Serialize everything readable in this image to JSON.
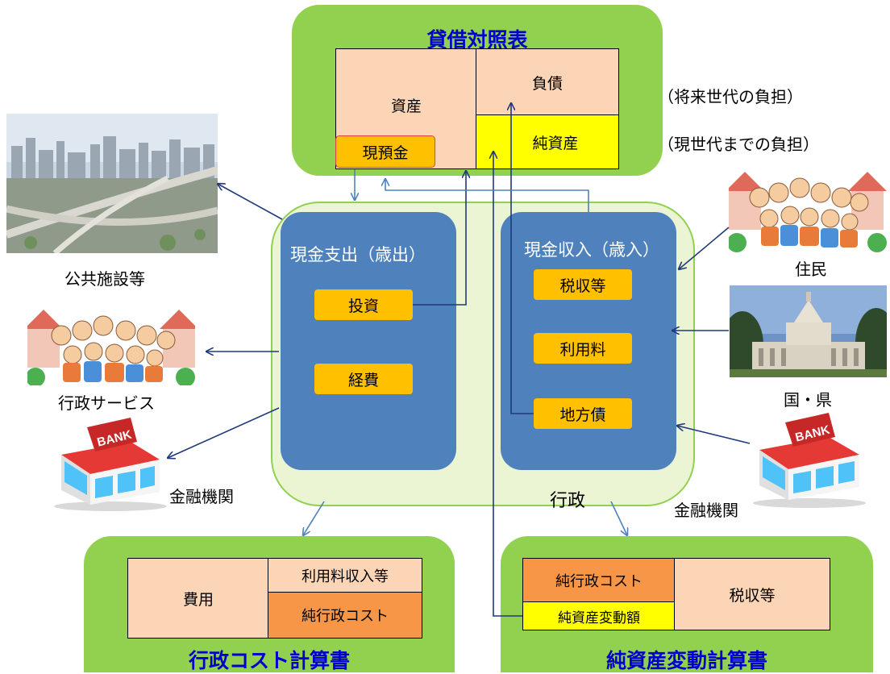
{
  "balance_sheet": {
    "title": "貸借対照表",
    "assets": "資産",
    "cash_deposits": "現預金",
    "liabilities": "負債",
    "net_assets": "純資産"
  },
  "notes": {
    "future_burden": "（将来世代の負担）",
    "current_burden": "（現世代までの負担）"
  },
  "government": {
    "label": "行政",
    "expenditure": {
      "title": "現金支出（歳出）",
      "items": [
        "投資",
        "経費"
      ]
    },
    "revenue": {
      "title": "現金収入（歳入）",
      "items": [
        "税収等",
        "利用料",
        "地方債"
      ]
    }
  },
  "outside_left": {
    "public_facilities": "公共施設等",
    "admin_services": "行政サービス",
    "financial_institution": "金融機関"
  },
  "outside_right": {
    "residents": "住民",
    "national_prefecture": "国・県",
    "financial_institution": "金融機関"
  },
  "admin_cost_statement": {
    "title": "行政コスト計算書",
    "expenses": "費用",
    "usage_fee_income": "利用料収入等",
    "net_admin_cost": "純行政コスト"
  },
  "net_asset_change_statement": {
    "title": "純資産変動計算書",
    "net_admin_cost": "純行政コスト",
    "net_asset_change": "純資産変動額",
    "tax_revenue": "税収等"
  },
  "colors": {
    "panel_green": "#92d050",
    "government_bg": "#ebf5d4",
    "box_blue": "#4f81bd",
    "item_gold": "#ffc000",
    "cell_peach": "#fbd5b5",
    "cell_orange": "#f79646",
    "cell_yellow": "#ffff00",
    "title_blue": "#0000cc",
    "arrow_blue": "#1f3a7a"
  }
}
